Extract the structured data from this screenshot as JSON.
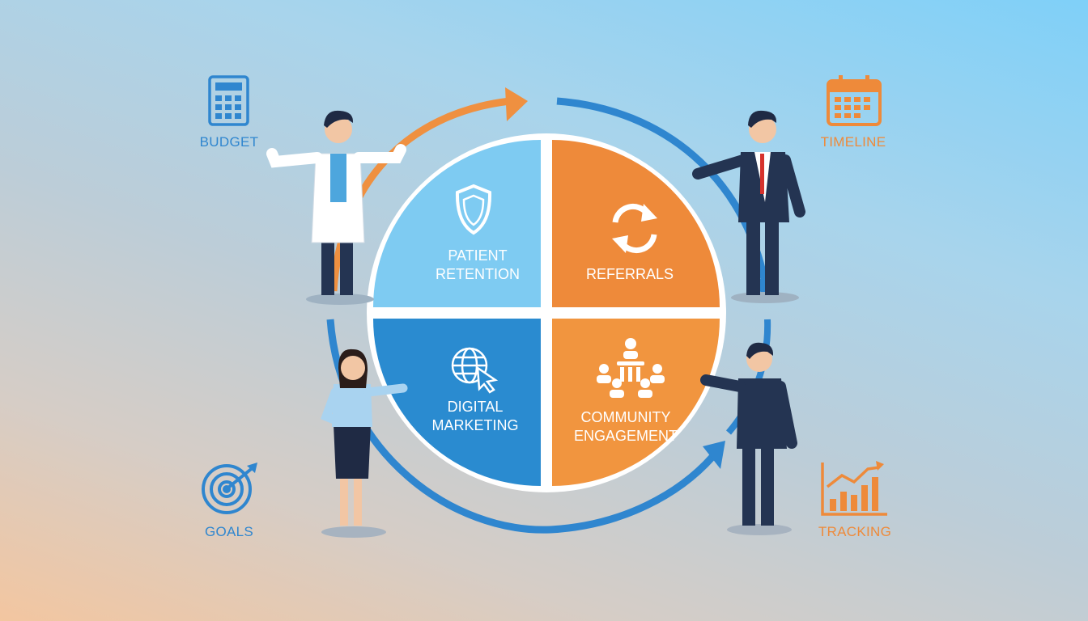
{
  "quadrants": [
    {
      "label_1": "PATIENT",
      "label_2": "RETENTION",
      "icon": "shield-icon",
      "color": "#7ecbf2"
    },
    {
      "label_1": "REFERRALS",
      "icon": "refresh-icon",
      "color": "#ee8a3a"
    },
    {
      "label_1": "DIGITAL",
      "label_2": "MARKETING",
      "icon": "globe-cursor-icon",
      "color": "#2a8bd0"
    },
    {
      "label_1": "COMMUNITY",
      "label_2": "ENGAGEMENT",
      "icon": "people-group-icon",
      "color": "#f1953f"
    }
  ],
  "corners": {
    "budget": {
      "label": "BUDGET",
      "icon": "calculator-icon",
      "color": "#2f86cf"
    },
    "timeline": {
      "label": "TIMELINE",
      "icon": "calendar-icon",
      "color": "#ee8a3a"
    },
    "goals": {
      "label": "GOALS",
      "icon": "target-icon",
      "color": "#2f86cf"
    },
    "tracking": {
      "label": "TRACKING",
      "icon": "bar-chart-icon",
      "color": "#ee8a3a"
    }
  }
}
